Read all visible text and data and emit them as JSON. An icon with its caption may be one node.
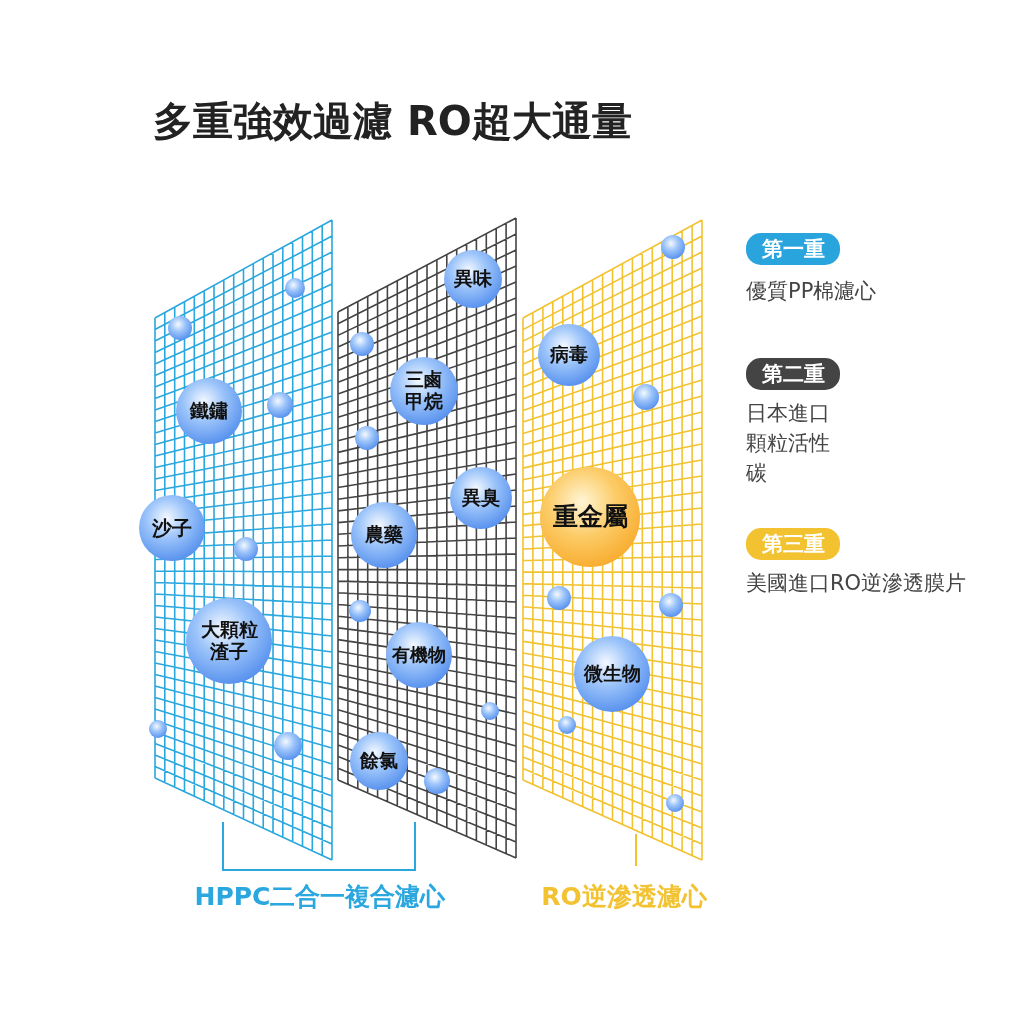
{
  "diagram": {
    "title": "多重強效過濾 RO超大通量",
    "nodes": [
      {
        "text": [
          "異味"
        ]
      },
      {
        "text": [
          "病毒"
        ]
      },
      {
        "text": [
          "三鹵甲烷"
        ]
      },
      {
        "text": [
          "鐵鏽"
        ]
      },
      {
        "text": [
          "異臭"
        ]
      },
      {
        "text": [
          "重金屬"
        ]
      },
      {
        "text": [
          "沙子"
        ]
      },
      {
        "text": [
          "農藥"
        ]
      },
      {
        "text": [
          "大顆粒渣子"
        ]
      },
      {
        "text": [
          "有機物"
        ]
      },
      {
        "text": [
          "微生物"
        ]
      },
      {
        "text": [
          "餘氯"
        ]
      },
      {
        "text": [],
        "shape": "circle"
      },
      {
        "text": [],
        "shape": "circle"
      },
      {
        "text": [],
        "shape": "circle"
      },
      {
        "text": [],
        "shape": "circle"
      },
      {
        "text": [],
        "shape": "circle"
      },
      {
        "text": [],
        "shape": "circle"
      },
      {
        "text": [],
        "shape": "circle"
      },
      {
        "text": [],
        "shape": "circle"
      },
      {
        "text": [],
        "shape": "circle"
      },
      {
        "text": [],
        "shape": "circle"
      },
      {
        "text": [],
        "shape": "circle"
      },
      {
        "text": [],
        "shape": "circle"
      },
      {
        "text": [],
        "shape": "circle"
      },
      {
        "text": [],
        "shape": "circle"
      },
      {
        "text": [],
        "shape": "circle"
      },
      {
        "text": [],
        "shape": "circle"
      },
      {
        "text": [],
        "shape": "circle"
      },
      {
        "text": [
          "第一重"
        ],
        "beside": [
          "優質PP棉濾心"
        ]
      },
      {
        "text": [
          "第二重"
        ],
        "beside": [
          "日本進口顆粒活性碳"
        ]
      },
      {
        "text": [
          "第三重"
        ],
        "beside": [
          "美國進口RO逆滲透膜片"
        ]
      }
    ],
    "labels": [
      "HPPC二合一複合濾心",
      "RO逆滲透濾心"
    ]
  }
}
